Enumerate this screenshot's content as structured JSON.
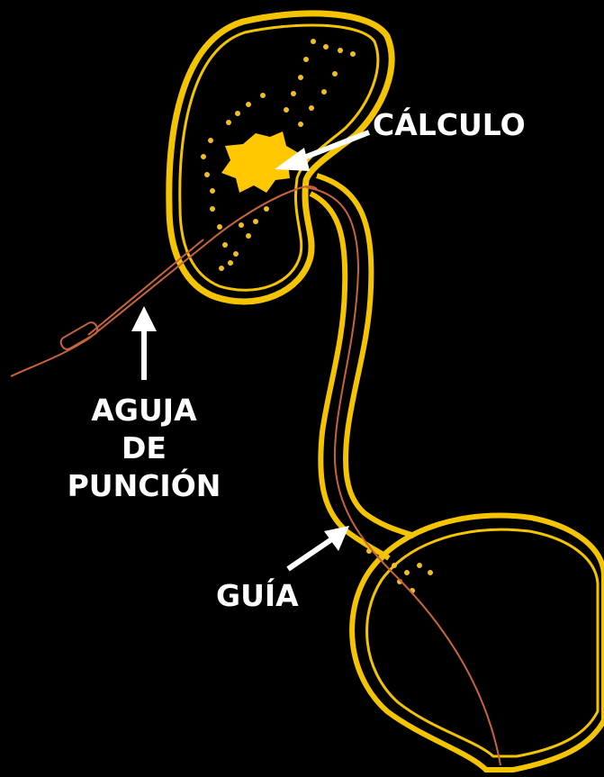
{
  "labels": {
    "stone": "CÁLCULO",
    "needle_line1": "AGUJA",
    "needle_line2": "DE",
    "needle_line3": "PUNCIÓN",
    "guide": "GUÍA"
  },
  "colors": {
    "background": "#000000",
    "organ_outline": "#f5c400",
    "organ_outline_inner": "#1a1400",
    "stone_fill": "#ffc800",
    "dots": "#f0c020",
    "wire": "#c8643c",
    "arrow": "#ffffff",
    "text": "#ffffff"
  },
  "icons": {
    "stone": "star-burst-shape",
    "arrows": "arrow-icon"
  }
}
